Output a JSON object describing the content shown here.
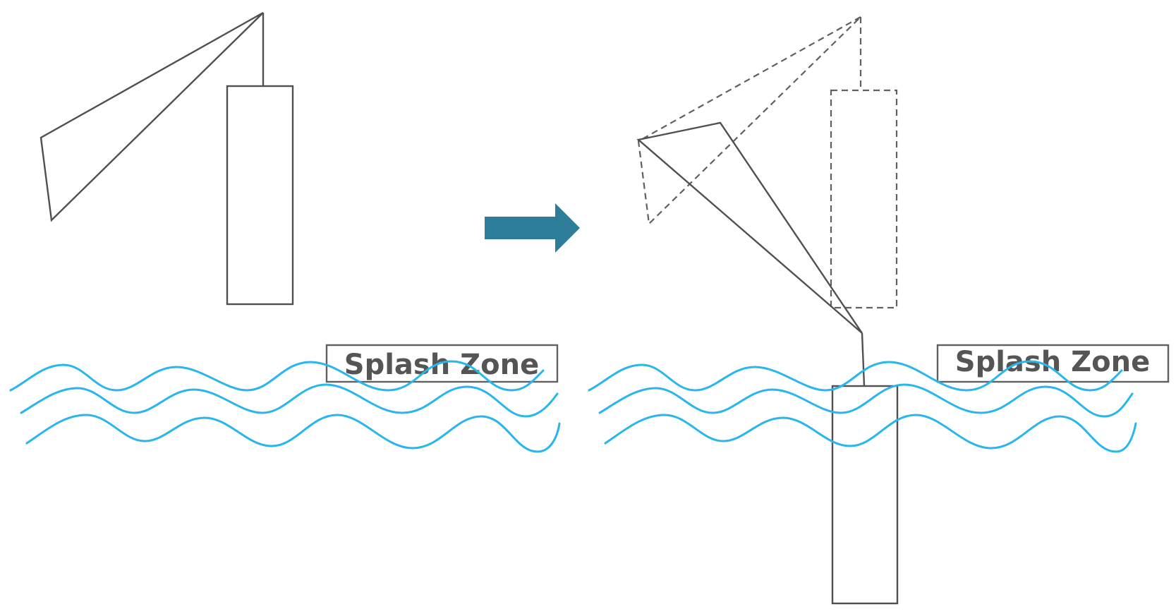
{
  "labels": {
    "splash_zone_left": "Splash Zone",
    "splash_zone_right": "Splash Zone"
  },
  "colors": {
    "wave": "#29b6ec",
    "arrow": "#2e7d98",
    "outline": "#505050",
    "label_text": "#555555"
  },
  "icons": {
    "transition_arrow": "right-arrow"
  }
}
